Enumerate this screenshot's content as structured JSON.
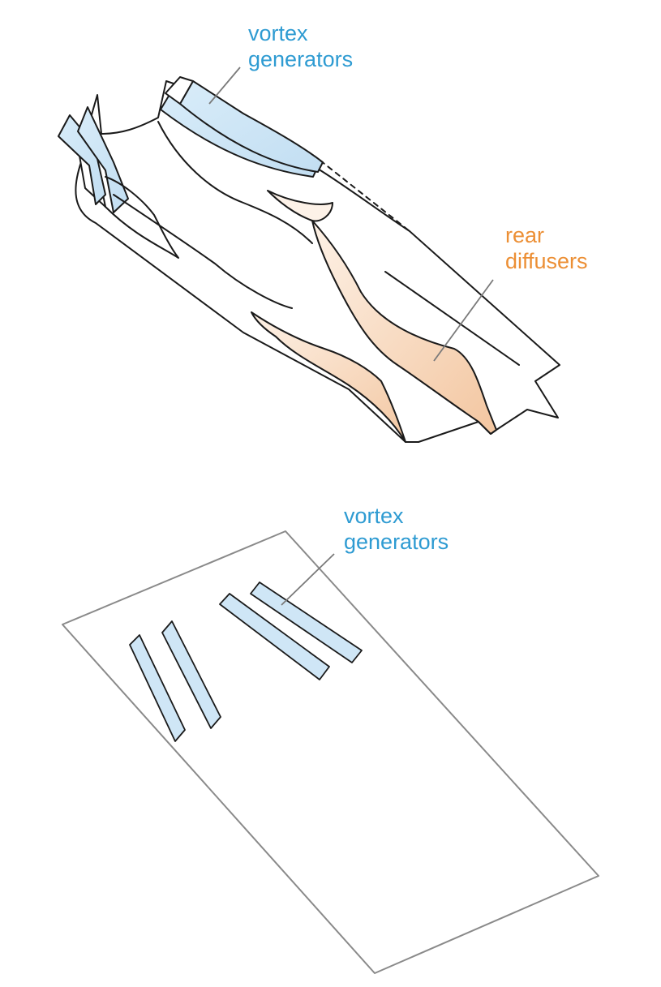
{
  "labels": {
    "top_vortex": {
      "line1": "vortex",
      "line2": "generators"
    },
    "rear_diffusers": {
      "line1": "rear",
      "line2": "diffusers"
    },
    "bottom_vortex": {
      "line1": "vortex",
      "line2": "generators"
    }
  },
  "colors": {
    "vortex_generator_fill": "#cfe6f6",
    "diffuser_fill": "#f6cfae",
    "label_blue": "#2e9bd2",
    "label_orange": "#ec8f35",
    "outline": "#1a1a1a",
    "leader_line": "#7a7a7a",
    "plate_outline": "#8a8a8a"
  },
  "icons": {
    "top_figure": "car-underbody-diagram",
    "bottom_figure": "flat-plate-diagram"
  }
}
